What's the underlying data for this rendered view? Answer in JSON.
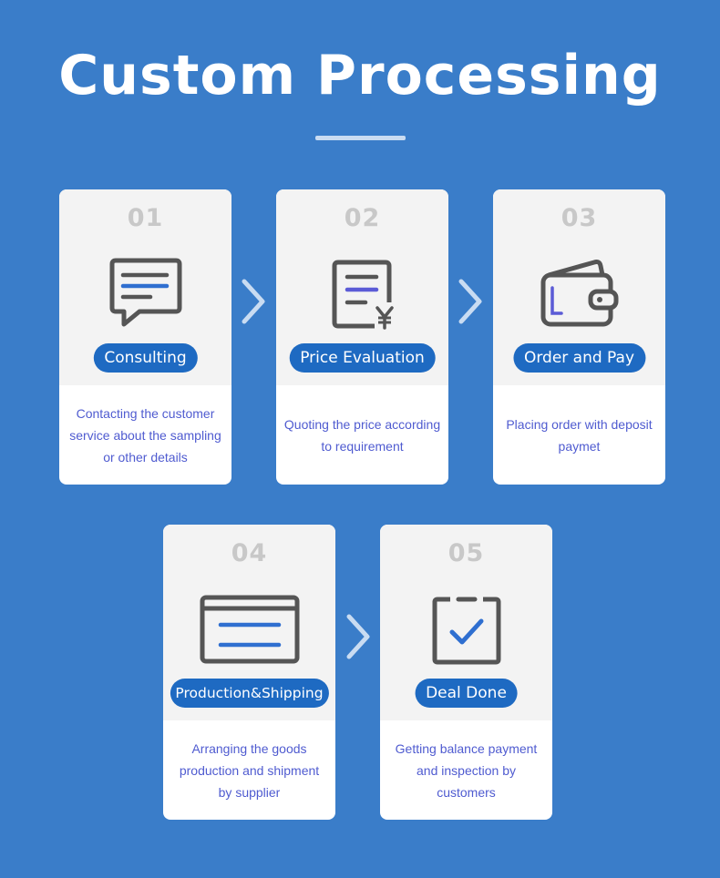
{
  "page": {
    "title": "Custom Processing"
  },
  "steps": [
    {
      "number": "01",
      "label": "Consulting",
      "icon": "chat-bubble-icon",
      "description": [
        "Contacting the customer",
        "service about the sampling",
        "or other details"
      ]
    },
    {
      "number": "02",
      "label": "Price Evaluation",
      "icon": "price-document-icon",
      "description": [
        "Quoting the price according",
        "to requirement"
      ]
    },
    {
      "number": "03",
      "label": "Order and Pay",
      "icon": "wallet-icon",
      "description": [
        "Placing order with deposit",
        "paymet"
      ]
    },
    {
      "number": "04",
      "label": "Production&Shipping",
      "icon": "window-icon",
      "description": [
        "Arranging the goods",
        "production and shipment",
        "by supplier"
      ]
    },
    {
      "number": "05",
      "label": "Deal Done",
      "icon": "checklist-icon",
      "description": [
        "Getting balance payment",
        "and inspection by customers"
      ]
    }
  ],
  "colors": {
    "background": "#3a7dc9",
    "pill": "#1e6ac2",
    "description_text": "#4f5bd0",
    "number": "#c8c8c8"
  }
}
